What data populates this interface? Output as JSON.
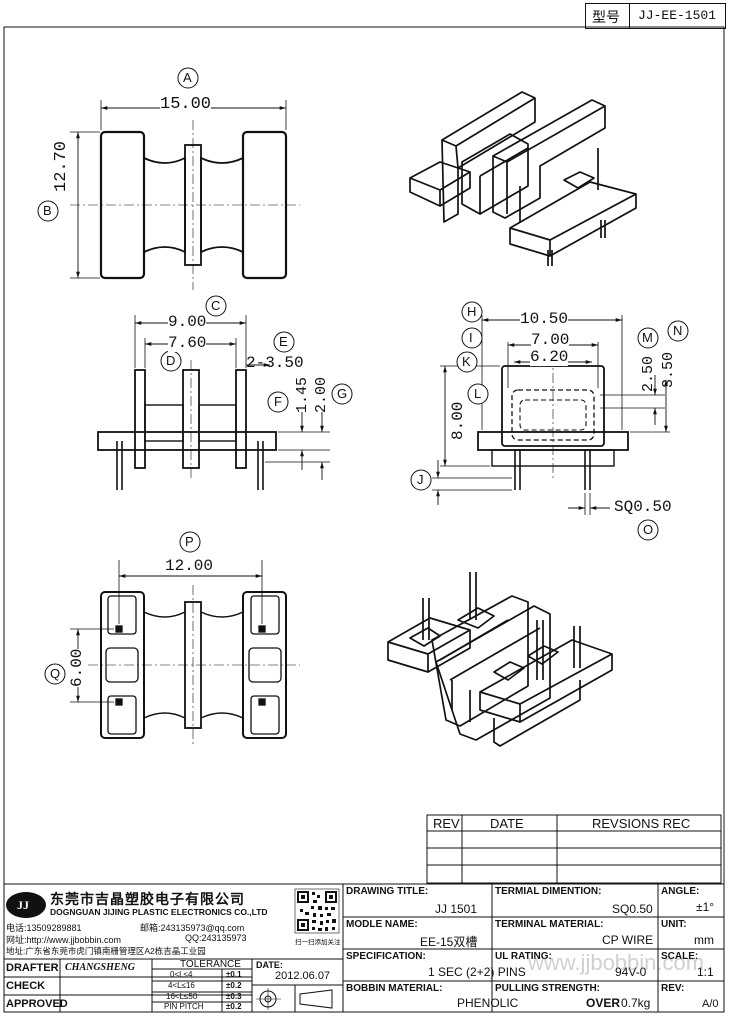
{
  "header": {
    "model_label": "型号",
    "model_value": "JJ-EE-1501"
  },
  "dims": {
    "A": "A",
    "B": "B",
    "C": "C",
    "D": "D",
    "E": "E",
    "F": "F",
    "G": "G",
    "H": "H",
    "I": "I",
    "J": "J",
    "K": "K",
    "L": "L",
    "M": "M",
    "N": "N",
    "O": "O",
    "P": "P",
    "Q": "Q",
    "a_val": "15.00",
    "b_val": "12.70",
    "c_val": "9.00",
    "d_val": "7.60",
    "e_val": "2-3.50",
    "f_val": "1.45",
    "g_val": "2.00",
    "h_val": "10.50",
    "i_val": "7.00",
    "k_val": "6.20",
    "m_val": "2.50",
    "n_val": "3.50",
    "l_val": "8.00",
    "o_val": "SQ0.50",
    "p_val": "12.00",
    "q_val": "6.00"
  },
  "revisions": {
    "rev_header": "REV",
    "date_header": "DATE",
    "rec_header": "REVSIONS REC"
  },
  "company": {
    "logo": "JJ",
    "name_cn": "东莞市吉晶塑胶电子有限公司",
    "name_en": "DOGNGUAN JIJING PLASTIC ELECTRONICS CO.,LTD",
    "phone": "电话:13509289881",
    "email": "邮箱:243135973@qq.com",
    "web": "网址:http://www.jjbobbin.com",
    "qq": "QQ:243135973",
    "address": "地址:广东省东莞市虎门镇南栅管理区A2栋吉晶工业园",
    "qr_caption": "扫一扫添加关注"
  },
  "titleblock": {
    "drafter_label": "DRAFTER",
    "drafter_value": "CHANGSHENG",
    "check_label": "CHECK",
    "approved_label": "APPROVED",
    "tolerance_label": "TOLERANCE",
    "tol_rows": [
      {
        "range": "0<L≤4",
        "val": "±0.1"
      },
      {
        "range": "4<L≤16",
        "val": "±0.2"
      },
      {
        "range": "16<L≤50",
        "val": "±0.3"
      },
      {
        "range": "PIN PITCH",
        "val": "±0.2"
      }
    ],
    "date_label": "DATE:",
    "date_value": "2012.06.07",
    "drawing_title_label": "DRAWING TITLE:",
    "drawing_title_value": "JJ  1501",
    "module_label": "MODLE NAME:",
    "module_value": "EE-15双槽",
    "spec_label": "SPECIFICATION:",
    "spec_value": "1 SEC (2+2) PINS",
    "material_label": "BOBBIN  MATERIAL:",
    "material_value": "PHENOLIC",
    "terminal_dim_label": "TERMIAL DIMENTION:",
    "terminal_dim_value": "SQ0.50",
    "terminal_mat_label": "TERMINAL MATERIAL:",
    "terminal_mat_value": "CP WIRE",
    "ul_label": "UL RATING:",
    "ul_value": "94V-0",
    "pull_label": "PULLING STRENGTH:",
    "pull_over": "OVER",
    "pull_value": "0.7kg",
    "angle_label": "ANGLE:",
    "angle_value": "±1°",
    "unit_label": "UNIT:",
    "unit_value": "mm",
    "scale_label": "SCALE:",
    "scale_value": "1:1",
    "rev_label": "REV:",
    "rev_value": "A/0"
  },
  "watermark": "www.jjbobbin.com"
}
